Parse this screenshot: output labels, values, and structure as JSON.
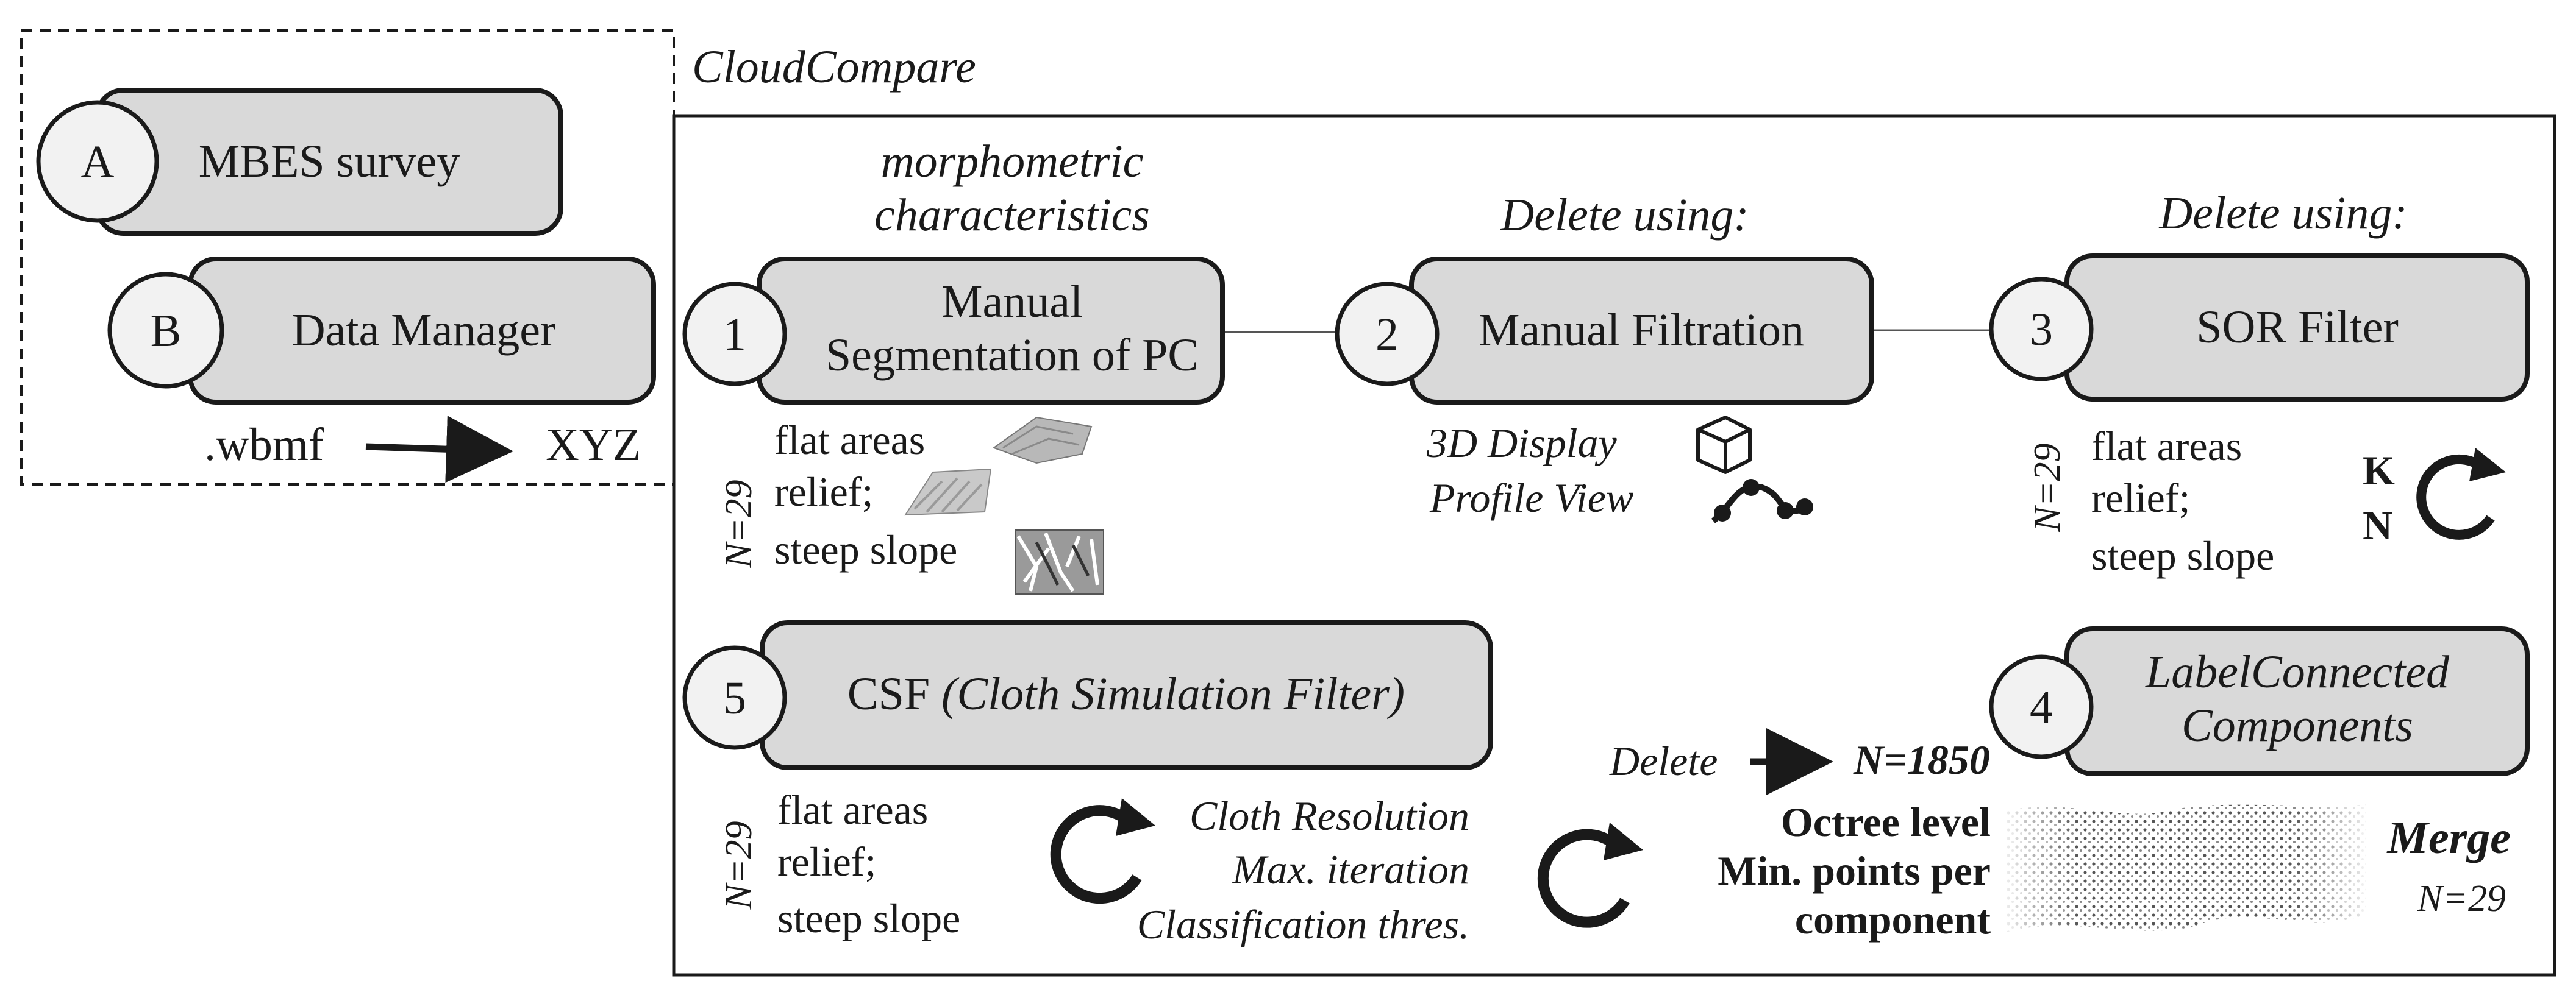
{
  "colors": {
    "box_fill": "#d9d9d9",
    "stroke": "#1a1a1a",
    "background": "#ffffff"
  },
  "left_panel": {
    "a": {
      "badge": "A",
      "label": "MBES survey"
    },
    "b": {
      "badge": "B",
      "label": "Data Manager"
    },
    "convert_from": ".wbmf",
    "convert_to": "XYZ"
  },
  "cloudcompare": {
    "title": "CloudCompare",
    "step1": {
      "badge": "1",
      "label_line1": "Manual",
      "label_line2": "Segmentation of PC",
      "heading_line1": "morphometric",
      "heading_line2": "characteristics",
      "n": "N=29",
      "items": [
        "flat areas",
        "relief;",
        "steep slope"
      ],
      "thumbnail_icons": [
        "flat-terrain-thumbnail",
        "relief-terrain-thumbnail",
        "steep-slope-thumbnail"
      ]
    },
    "step2": {
      "badge": "2",
      "label": "Manual Filtration",
      "heading": "Delete using:",
      "tools": [
        "3D Display",
        "Profile View"
      ],
      "icons": [
        "cube-icon",
        "profile-curve-icon"
      ]
    },
    "step3": {
      "badge": "3",
      "label": "SOR Filter",
      "heading": "Delete using:",
      "n": "N=29",
      "items": [
        "flat areas",
        "relief;",
        "steep slope"
      ],
      "params": [
        "K",
        "N"
      ],
      "icon": "cycle-icon"
    },
    "step4": {
      "badge": "4",
      "label_line1": "LabelConnected",
      "label_line2": "Components",
      "delete_label": "Delete",
      "delete_result": "N=1850",
      "params": [
        "Octree level",
        "Min. points per",
        "component"
      ],
      "merge_label": "Merge",
      "merge_n": "N=29",
      "icons": [
        "cycle-icon",
        "point-cloud-thumbnail"
      ]
    },
    "step5": {
      "badge": "5",
      "label_plain": "CSF ",
      "label_italic": "(Cloth Simulation Filter)",
      "n": "N=29",
      "items": [
        "flat areas",
        "relief;",
        "steep slope"
      ],
      "params": [
        "Cloth Resolution",
        "Max. iteration",
        "Classification thres."
      ],
      "icon": "cycle-icon"
    }
  }
}
